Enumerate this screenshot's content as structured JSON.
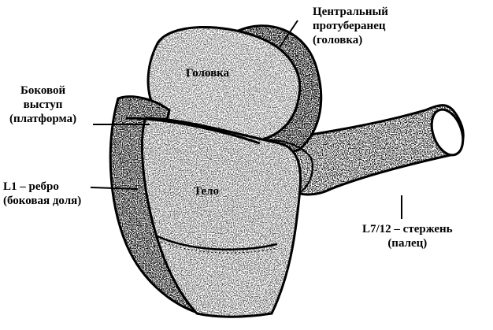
{
  "labels": {
    "head": "Головка",
    "body": "Тело",
    "central": [
      "Центральный",
      "протуберанец",
      "(головка)"
    ],
    "lateral": [
      "Боковой",
      "выступ",
      "(платформа)"
    ],
    "rib": [
      "L1 – ребро",
      "(боковая доля)"
    ],
    "rod": [
      "L7/12 – стержень",
      "(палец)"
    ]
  },
  "colors": {
    "ink": "#000000",
    "paper": "#ffffff",
    "stipple": "#2a2a2a"
  }
}
